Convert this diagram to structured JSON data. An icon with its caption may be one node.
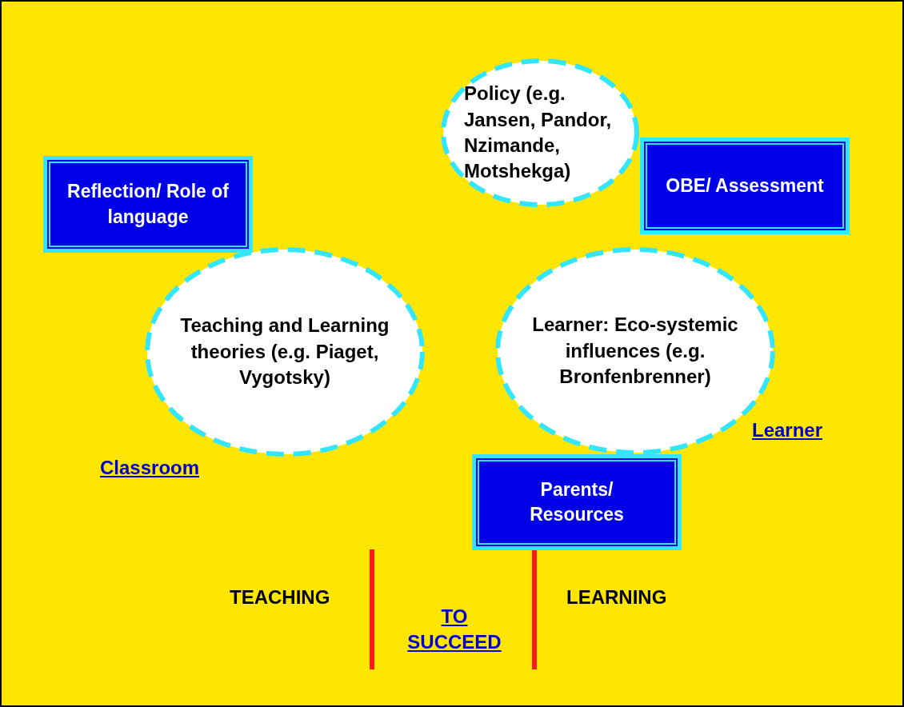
{
  "diagram": {
    "nodes": [
      {
        "text": [
          "Reflection/ Role of language"
        ]
      },
      {
        "text": [
          "Policy (e.g. Jansen, Pandor, Nzimande, Motshekga)"
        ]
      },
      {
        "text": [
          "OBE/ Assessment"
        ]
      },
      {
        "text": [
          "Teaching and Learning theories (e.g. Piaget, Vygotsky)"
        ]
      },
      {
        "text": [
          "Learner: Eco-systemic influences (e.g. Bronfenbrenner)"
        ]
      },
      {
        "text": [
          "Parents/ Resources"
        ]
      }
    ],
    "labels": [
      "Learner",
      "Classroom",
      "TEACHING",
      "TO SUCCEED",
      "LEARNING"
    ]
  }
}
